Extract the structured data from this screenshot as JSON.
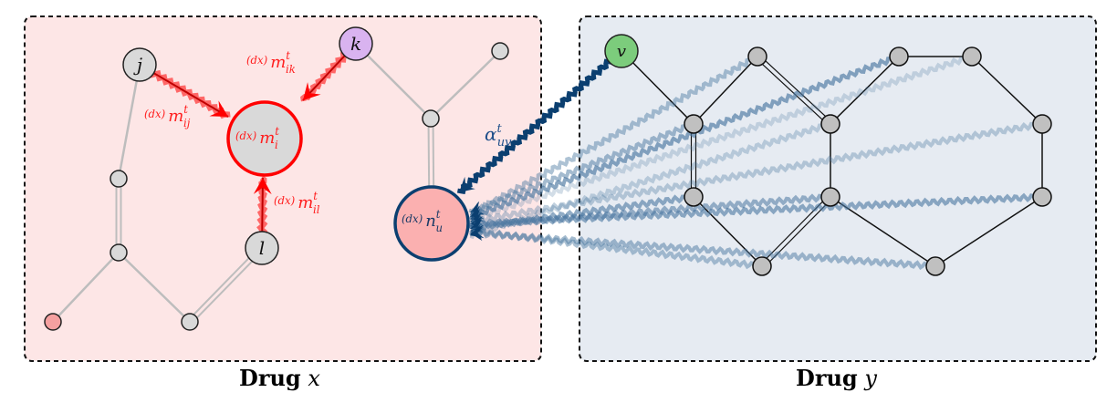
{
  "panels": {
    "left": {
      "caption_bold": "Drug",
      "caption_var": "x",
      "fill": "#fde6e6"
    },
    "right": {
      "caption_bold": "Drug",
      "caption_var": "y",
      "fill": "#e6ebf2"
    }
  },
  "nodes": {
    "j": "j",
    "k": "k",
    "l": "l",
    "v": "v"
  },
  "labels": {
    "m_i": {
      "pre": "(dx)",
      "main": "m",
      "sup": "t",
      "sub": "i"
    },
    "m_ij": {
      "pre": "(dx)",
      "main": "m",
      "sup": "t",
      "sub": "ij"
    },
    "m_ik": {
      "pre": "(dx)",
      "main": "m",
      "sup": "t",
      "sub": "ik"
    },
    "m_il": {
      "pre": "(dx)",
      "main": "m",
      "sup": "t",
      "sub": "il"
    },
    "n_u": {
      "pre": "(dx)",
      "main": "n",
      "sup": "t",
      "sub": "u"
    },
    "alpha_uv": {
      "main": "α",
      "sup": "t",
      "sub": "uv"
    }
  },
  "colors": {
    "message": "#ff0000",
    "attention": "#0b3f70",
    "node_gray": "#d9d9d9",
    "node_k": "#d9b3f0",
    "node_v": "#7ccc7c",
    "node_u": "#fbb0b0",
    "node_red": "#f5a0a0"
  }
}
